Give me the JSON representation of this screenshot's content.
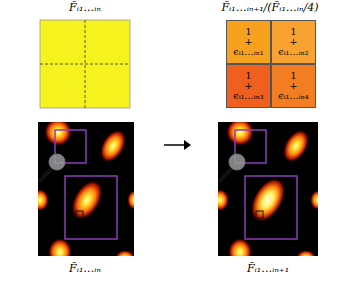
{
  "diagram": {
    "nodes": [
      {
        "text": [
          "1 + ϵᵢ₁…ᵢₙ₁"
        ]
      },
      {
        "text": [
          "1 + ϵᵢ₁…ᵢₙ₂"
        ]
      },
      {
        "text": [
          "1 + ϵᵢ₁…ᵢₙ₃"
        ]
      },
      {
        "text": [
          "1 + ϵᵢ₁…ᵢₙ₄"
        ]
      }
    ],
    "labels": [
      "F̃ᵢ₁…ᵢₙ",
      "F̃ᵢ₁…ᵢₙ₊₁/(F̃ᵢ₁…ᵢₙ/4)",
      "F̃ᵢ₁…ᵢₙ",
      "F̃ᵢ₁…ᵢₙ₊₁"
    ]
  }
}
